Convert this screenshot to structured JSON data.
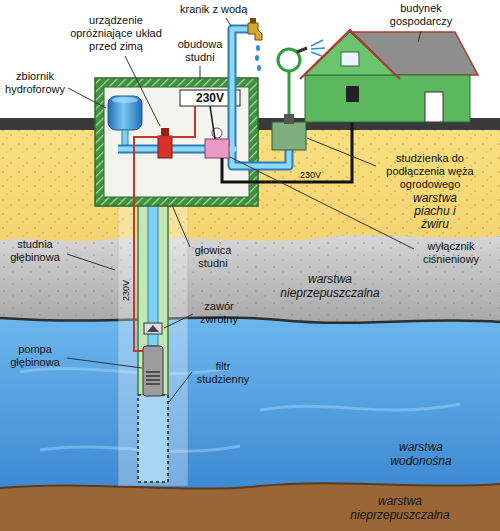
{
  "diagram": {
    "nodes": [
      {
        "text": [
          "warstwa piachu i żwiru"
        ]
      },
      {
        "text": [
          "warstwa nieprzepuszczalna"
        ]
      },
      {
        "text": [
          "warstwa wodonośna"
        ]
      },
      {
        "text": [
          "warstwa nieprzepuszczalna"
        ]
      }
    ],
    "labels": [
      "kranik z wodą",
      "budynek gospodarczy",
      "urządzenie opróżniające układ przed zimą",
      "obudowa studni",
      "zbiornik hydroforowy",
      "230V",
      "studzienka do podłączenia węża ogrodowego",
      "230V",
      "wyłącznik ciśnieniowy",
      "studnia głębinowa",
      "głowica studni",
      "230V",
      "zawór zwrotny",
      "pompa głębinowa",
      "filtr studzienny"
    ]
  }
}
